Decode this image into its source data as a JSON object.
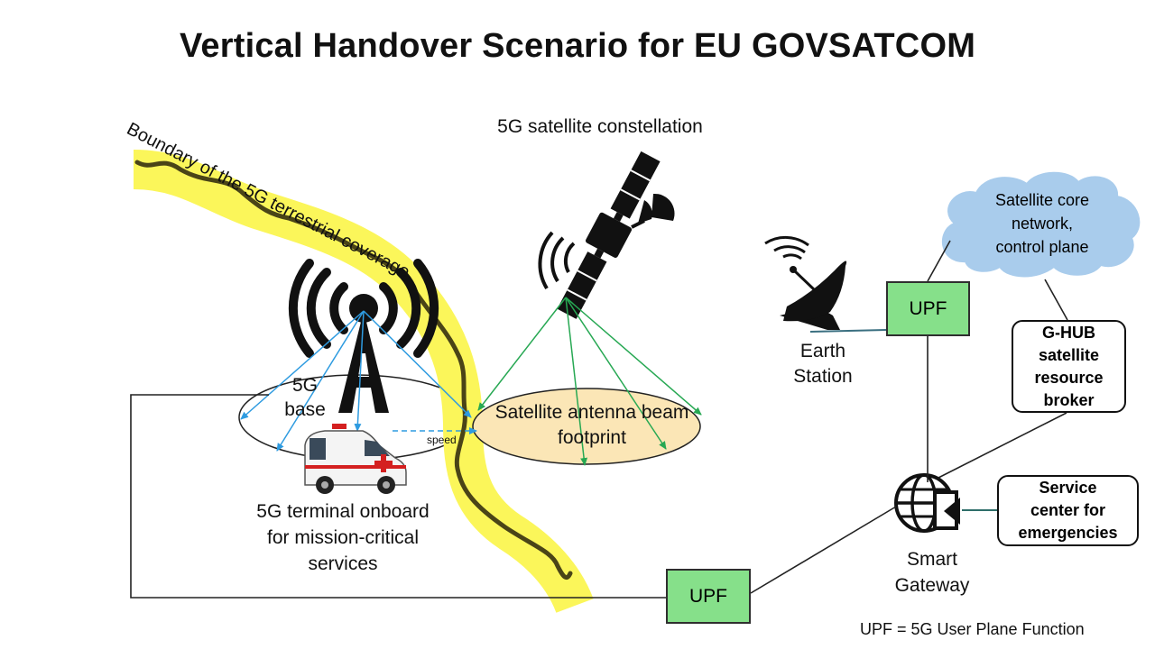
{
  "title": "Vertical Handover Scenario for EU GOVSATCOM",
  "labels": {
    "boundary": "Boundary of the 5G terrestrial coverage",
    "constellation": "5G satellite constellation",
    "base_station_line1": "5G",
    "base_station_line2": "base",
    "beam_footprint_line1": "Satellite antenna beam",
    "beam_footprint_line2": "footprint",
    "speed": "speed",
    "terminal_line1": "5G terminal onboard",
    "terminal_line2": "for mission-critical",
    "terminal_line3": "services",
    "earth_station_line1": "Earth",
    "earth_station_line2": "Station",
    "cloud_line1": "Satellite core",
    "cloud_line2": "network,",
    "cloud_line3": "control plane",
    "upf_top": "UPF",
    "upf_bottom": "UPF",
    "ghub_line1": "G-HUB",
    "ghub_line2": "satellite",
    "ghub_line3": "resource",
    "ghub_line4": "broker",
    "service_line1": "Service",
    "service_line2": "center for",
    "service_line3": "emergencies",
    "gateway_line1": "Smart",
    "gateway_line2": "Gateway",
    "footnote": "UPF = 5G User Plane Function"
  },
  "colors": {
    "boundary_highlight": "#fbf65a",
    "boundary_line": "#4a4417",
    "terrestrial_beam": "#2e9be0",
    "satellite_beam": "#27a853",
    "upf_fill": "#86e08a",
    "footprint_fill": "#fbe6b6",
    "cloud_fill": "#a9ccec",
    "ambulance_cross": "#d42020"
  },
  "icons": [
    "cell-tower-icon",
    "satellite-icon",
    "satellite-dish-icon",
    "ambulance-icon",
    "smart-gateway-icon",
    "cloud-icon"
  ]
}
